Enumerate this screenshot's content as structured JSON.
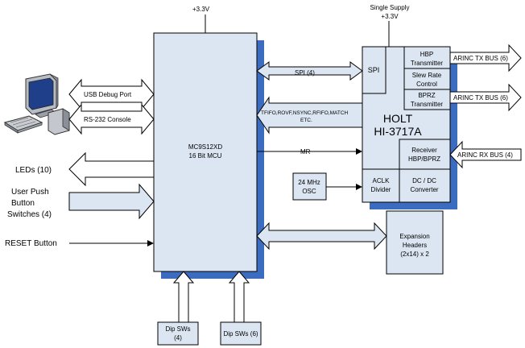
{
  "mcu": {
    "line1": "MC9S12XD",
    "line2": "16 Bit MCU",
    "supply": "+3.3V"
  },
  "holt": {
    "name": "HOLT",
    "part": "HI-3717A",
    "supply_line1": "Single Supply",
    "supply_line2": "+3.3V",
    "spi": "SPI",
    "hbp_tx": [
      "HBP",
      "Transmitter"
    ],
    "slew": [
      "Slew Rate",
      "Control"
    ],
    "bprz_tx": [
      "BPRZ",
      "Transmitter"
    ],
    "receiver": [
      "Receiver",
      "HBP/BPRZ"
    ],
    "aclk": [
      "ACLK",
      "Divider"
    ],
    "dcdc": [
      "DC / DC",
      "Converter"
    ]
  },
  "links": {
    "spi": "SPI (4)",
    "status": [
      "TFIFO,ROVF,NSYNC,RFIFO,MATCH",
      "ETC."
    ],
    "mr": "MR",
    "usb": "USB Debug Port",
    "rs232": "RS-232 Console",
    "arinc_tx1": "ARINC TX BUS (6)",
    "arinc_tx2": "ARINC TX BUS (6)",
    "arinc_rx": "ARINC RX BUS (4)"
  },
  "io": {
    "leds": "LEDs (10)",
    "push": [
      "User Push",
      "Button",
      "Switches (4)"
    ],
    "reset": "RESET Button"
  },
  "osc": [
    "24 MHz",
    "OSC"
  ],
  "expansion": [
    "Expansion",
    "Headers",
    "(2x14) x 2"
  ],
  "dip1": [
    "Dip SWs",
    "(4)"
  ],
  "dip2": "Dip SWs (6)"
}
